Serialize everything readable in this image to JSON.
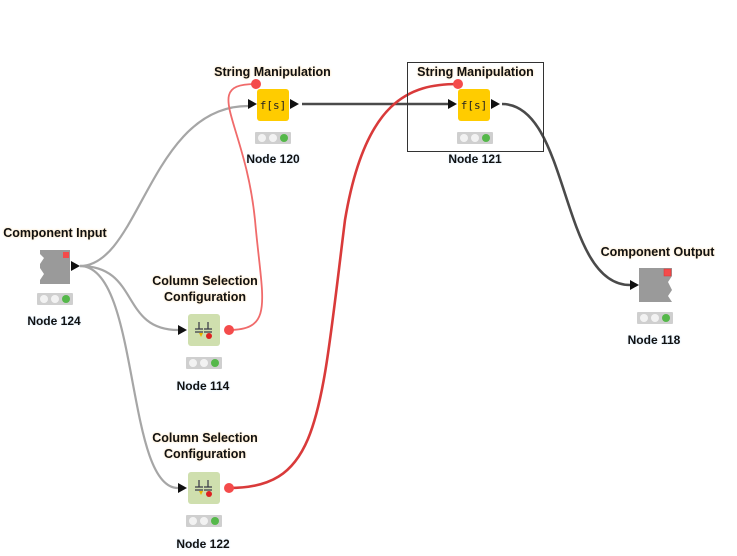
{
  "canvas": {
    "background": "#ffffff",
    "colors": {
      "data_connection": "#a6a6a6",
      "data_connection_dark": "#4a4a4a",
      "flow_variable_connection": "#ef5b5b",
      "flow_variable_connection_dark": "#d93a3a",
      "port_flow_variable": "#f44b4b",
      "status_green": "#55b84a",
      "manipulator_yellow": "#ffcc00",
      "config_green": "#cfdfae",
      "component_gray": "#9a9a9a"
    }
  },
  "nodes": [
    {
      "id": "node-120",
      "title": "String Manipulation",
      "caption": "Node 120",
      "type": "manipulator",
      "icon": "string-manipulation-icon",
      "glyph": "f[s]",
      "status": [
        "idle",
        "idle",
        "executed"
      ],
      "selected": false
    },
    {
      "id": "node-121",
      "title": "String Manipulation",
      "caption": "Node 121",
      "type": "manipulator",
      "icon": "string-manipulation-icon",
      "glyph": "f[s]",
      "status": [
        "idle",
        "idle",
        "executed"
      ],
      "selected": true
    },
    {
      "id": "node-124",
      "title": "Component Input",
      "caption": "Node 124",
      "type": "component-input",
      "icon": "component-input-icon",
      "status": [
        "idle",
        "idle",
        "executed"
      ],
      "selected": false
    },
    {
      "id": "node-114",
      "title_line1": "Column Selection",
      "title_line2": "Configuration",
      "caption": "Node 114",
      "type": "configuration",
      "icon": "column-selection-icon",
      "status": [
        "idle",
        "idle",
        "executed"
      ],
      "selected": false
    },
    {
      "id": "node-122",
      "title_line1": "Column Selection",
      "title_line2": "Configuration",
      "caption": "Node 122",
      "type": "configuration",
      "icon": "column-selection-icon",
      "status": [
        "idle",
        "idle",
        "executed"
      ],
      "selected": false
    },
    {
      "id": "node-118",
      "title": "Component Output",
      "caption": "Node 118",
      "type": "component-output",
      "icon": "component-output-icon",
      "status": [
        "idle",
        "idle",
        "executed"
      ],
      "selected": false
    }
  ],
  "connections": [
    {
      "from": "Node 124",
      "to": "Node 120",
      "kind": "data"
    },
    {
      "from": "Node 124",
      "to": "Node 114",
      "kind": "data"
    },
    {
      "from": "Node 124",
      "to": "Node 122",
      "kind": "data"
    },
    {
      "from": "Node 120",
      "to": "Node 121",
      "kind": "data"
    },
    {
      "from": "Node 121",
      "to": "Node 118",
      "kind": "data"
    },
    {
      "from": "Node 114",
      "to": "Node 120",
      "kind": "flow-variable"
    },
    {
      "from": "Node 122",
      "to": "Node 121",
      "kind": "flow-variable"
    }
  ]
}
